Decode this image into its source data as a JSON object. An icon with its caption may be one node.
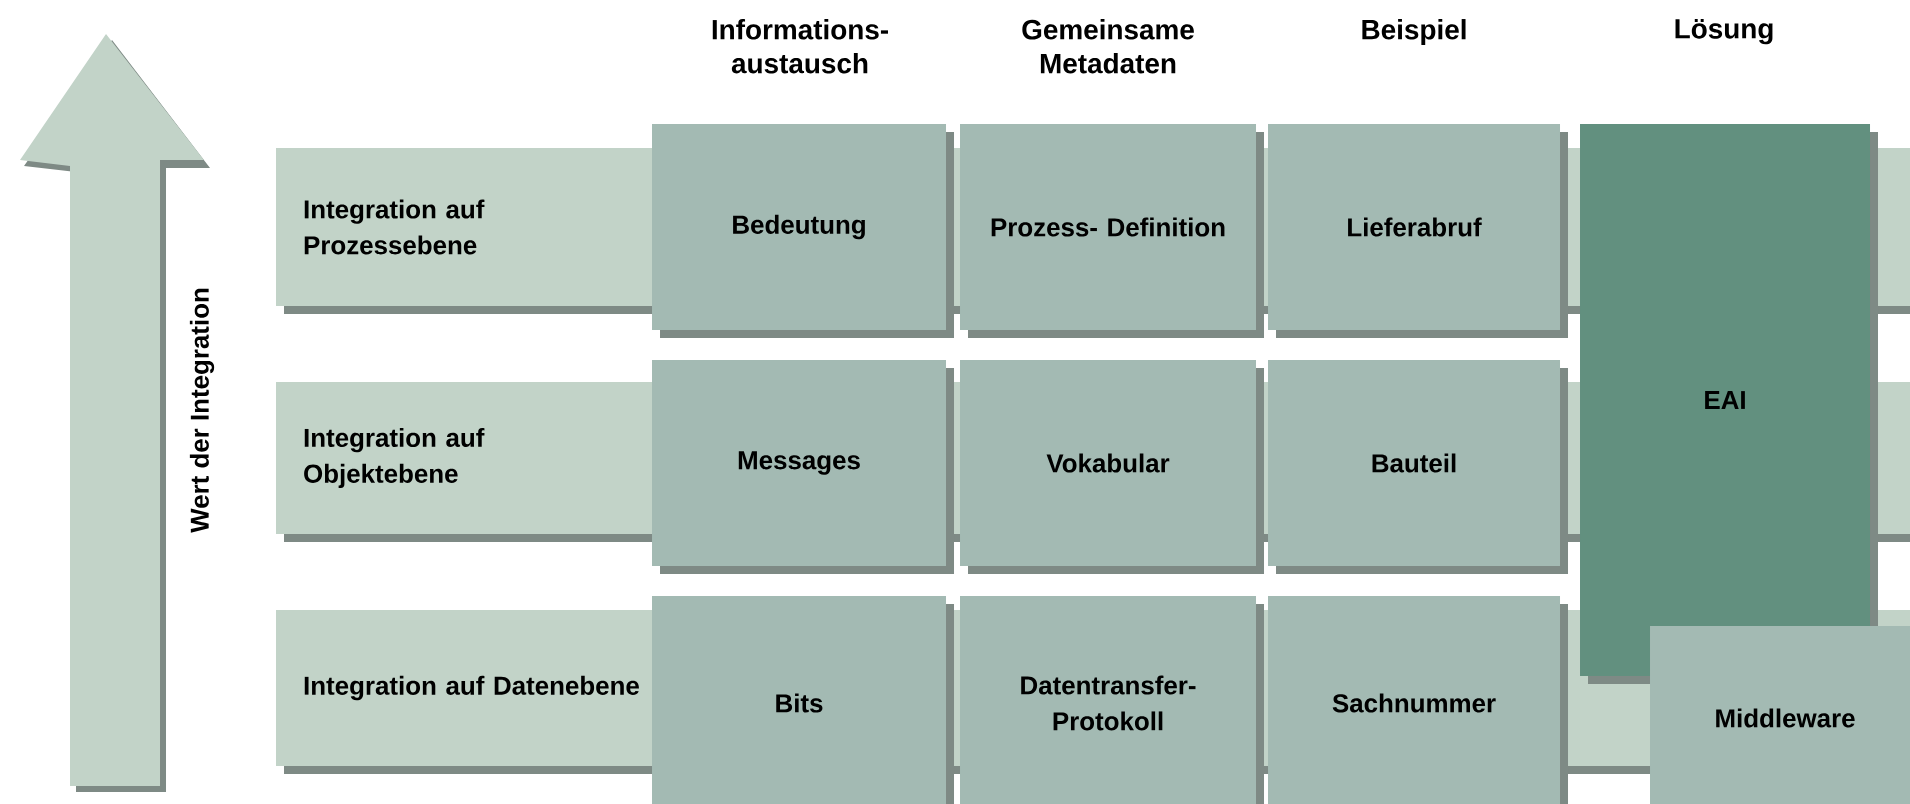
{
  "diagram": {
    "nodes": [
      {
        "text": [
          "Integration auf Prozessebene"
        ]
      },
      {
        "text": [
          "Bedeutung"
        ]
      },
      {
        "text": [
          "Prozess- Definition"
        ]
      },
      {
        "text": [
          "Lieferabruf"
        ]
      },
      {
        "text": [
          "EAI"
        ]
      },
      {
        "text": [
          "Integration auf Objektebene"
        ]
      },
      {
        "text": [
          "Messages"
        ]
      },
      {
        "text": [
          "Vokabular"
        ]
      },
      {
        "text": [
          "Bauteil"
        ]
      },
      {
        "text": [
          "Integration auf Datenebene"
        ]
      },
      {
        "text": [
          "Bits"
        ]
      },
      {
        "text": [
          "Datentransfer- Protokoll"
        ]
      },
      {
        "text": [
          "Sachnummer"
        ]
      },
      {
        "text": [
          "Middleware"
        ]
      }
    ],
    "labels": [
      "Wert der Integration",
      "Informations- austausch",
      "Gemeinsame Metadaten",
      "Beispiel",
      "Lösung"
    ]
  }
}
